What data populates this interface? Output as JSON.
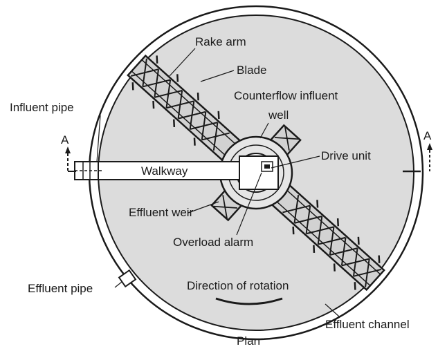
{
  "diagram": {
    "labels": {
      "rake_arm": "Rake arm",
      "blade": "Blade",
      "counterflow_line1": "Counterflow influent",
      "counterflow_line2": "well",
      "influent_pipe": "Influent pipe",
      "section_left": "A",
      "section_right": "A",
      "walkway": "Walkway",
      "drive_unit": "Drive unit",
      "effluent_weir": "Effluent weir",
      "overload_alarm": "Overload alarm",
      "effluent_pipe": "Effluent pipe",
      "direction_of_rotation": "Direction of rotation",
      "effluent_channel": "Effluent channel",
      "caption": "Plan"
    },
    "colors": {
      "tank_fill": "#dcdcdc",
      "line": "#1a1a1a",
      "walkway_fill": "#ffffff",
      "background": "#ffffff"
    }
  }
}
